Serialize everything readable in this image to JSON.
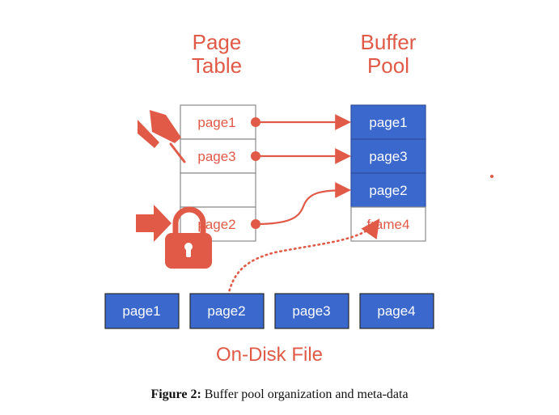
{
  "page_table": {
    "title_line1": "Page",
    "title_line2": "Table",
    "rows": [
      "page1",
      "page3",
      "",
      "page2"
    ]
  },
  "buffer_pool": {
    "title_line1": "Buffer",
    "title_line2": "Pool",
    "frames": [
      "page1",
      "page3",
      "page2",
      "frame4"
    ]
  },
  "disk": {
    "title": "On-Disk File",
    "pages": [
      "page1",
      "page2",
      "page3",
      "page4"
    ]
  },
  "caption": {
    "label": "Figure 2:",
    "text": " Buffer pool organization and meta-data"
  },
  "colors": {
    "accent": "#e05a47",
    "frame_fill": "#3b68cc",
    "frame_border": "#2d4e9e",
    "disk_border": "#2a2a2a",
    "table_border": "#8a8a8a",
    "text_red": "#e05a47"
  },
  "icons": [
    "pin-icon",
    "lock-icon",
    "arrow-right-icon"
  ]
}
